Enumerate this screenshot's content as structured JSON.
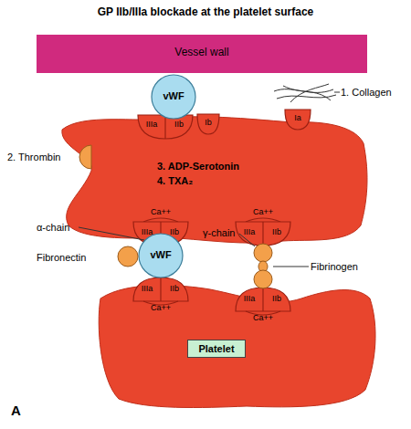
{
  "diagram": {
    "title": "GP IIb/IIIa blockade at the platelet surface",
    "nodes": [
      {
        "text": [
          "Vessel wall"
        ]
      },
      {
        "text": [
          "vWF"
        ]
      },
      {
        "text": [
          "3. ADP-Serotonin",
          "4. TXA₂"
        ]
      },
      {
        "text": [
          "IIIa",
          "IIb"
        ],
        "in": 2
      },
      {
        "text": [
          "Ib"
        ],
        "in": 2
      },
      {
        "text": [
          "Ia"
        ],
        "in": 2
      },
      {
        "text": [
          "Ca++",
          "IIIa",
          "IIb"
        ],
        "in": 2
      },
      {
        "text": [
          "Ca++",
          "IIIa",
          "IIb"
        ],
        "in": 2
      },
      {
        "text": [
          "vWF"
        ]
      },
      {
        "text": [
          "Platelet"
        ]
      },
      {
        "text": [
          "IIIa",
          "IIb",
          "Ca++"
        ],
        "in": 9
      },
      {
        "text": [
          "IIIa",
          "IIb",
          "Ca++"
        ],
        "in": 9
      }
    ],
    "labels": [
      "1. Collagen",
      "2. Thrombin",
      "α-chain",
      "Fibronectin",
      "γ-chain",
      "Fibrinogen",
      "A"
    ]
  }
}
